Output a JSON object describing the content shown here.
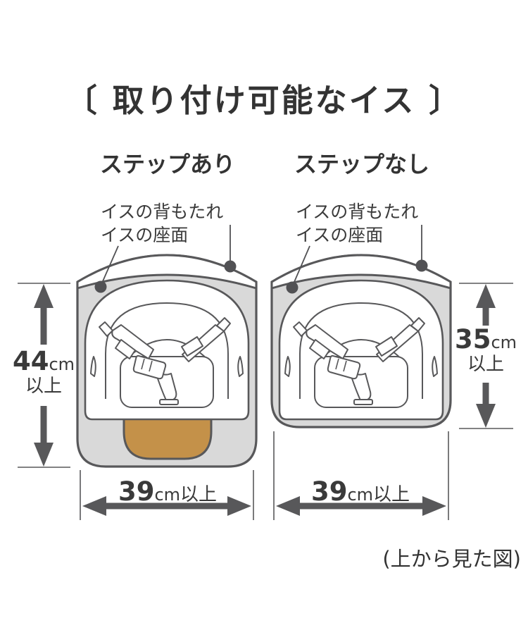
{
  "title": "〔 取り付け可能なイス 〕",
  "caption": "(上から見た図)",
  "colors": {
    "chair-fill": "#d9d9d9",
    "step-fill": "#c49149",
    "outline": "#58585a",
    "arrow": "#58585a",
    "marker": "#515154",
    "text": "#3a3a3a"
  },
  "left": {
    "header": "ステップあり",
    "backrest_label": "イスの背もたれ",
    "seat_label": "イスの座面",
    "height": {
      "value": "44",
      "unit": "cm",
      "suffix": "以上"
    },
    "width": {
      "value": "39",
      "unit": "cm",
      "suffix": "以上"
    }
  },
  "right": {
    "header": "ステップなし",
    "backrest_label": "イスの背もたれ",
    "seat_label": "イスの座面",
    "height": {
      "value": "35",
      "unit": "cm",
      "suffix": "以上"
    },
    "width": {
      "value": "39",
      "unit": "cm",
      "suffix": "以上"
    }
  }
}
